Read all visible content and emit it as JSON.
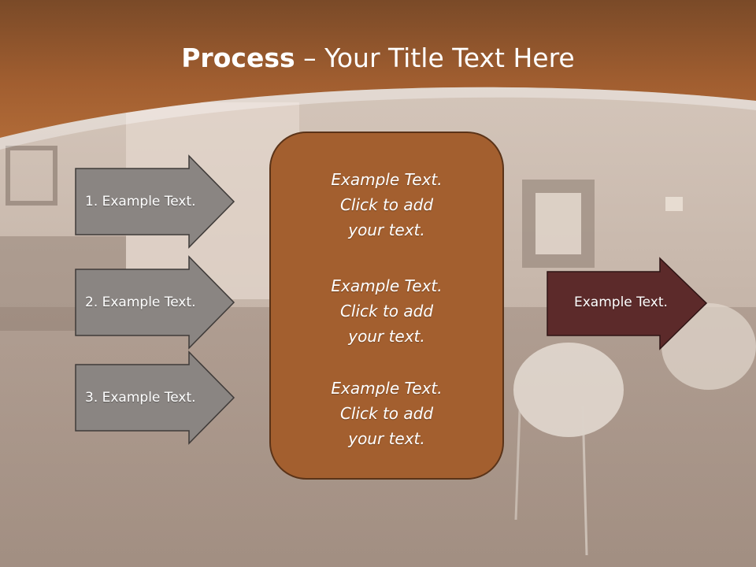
{
  "title": {
    "bold": "Process",
    "rest": " – Your Title Text Here"
  },
  "arrows_left": [
    {
      "label": "1. Example Text."
    },
    {
      "label": "2. Example Text."
    },
    {
      "label": "3. Example Text."
    }
  ],
  "center_box": {
    "paragraphs": [
      [
        "Example Text.",
        "Click  to add",
        "your text."
      ],
      [
        "Example Text.",
        "Click  to add",
        "your text."
      ],
      [
        "Example Text.",
        "Click  to add",
        "your text."
      ]
    ]
  },
  "arrow_right": {
    "label": "Example Text."
  },
  "colors": {
    "header": "#a35f30",
    "center_box": "#a35f2f",
    "left_arrow": "#8a8582",
    "right_arrow": "#5c2a2a"
  }
}
